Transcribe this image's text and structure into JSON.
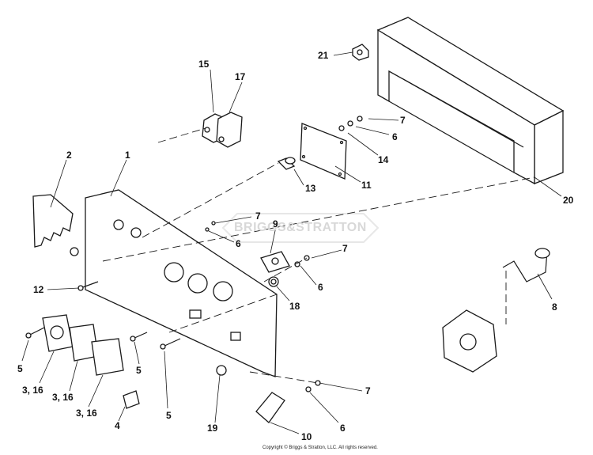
{
  "callouts": {
    "c1": "1",
    "c2": "2",
    "c3_16_a": "3, 16",
    "c3_16_b": "3, 16",
    "c3_16_c": "3, 16",
    "c4": "4",
    "c5_a": "5",
    "c5_b": "5",
    "c5_c": "5",
    "c6_a": "6",
    "c6_b": "6",
    "c6_c": "6",
    "c6_d": "6",
    "c7_a": "7",
    "c7_b": "7",
    "c7_c": "7",
    "c7_d": "7",
    "c8": "8",
    "c9": "9",
    "c10": "10",
    "c11": "11",
    "c12": "12",
    "c13": "13",
    "c14": "14",
    "c15": "15",
    "c17": "17",
    "c18": "18",
    "c19": "19",
    "c20": "20",
    "c21": "21"
  },
  "watermark": "BRIGGS&STRATTON",
  "copyright": "Copyright © Briggs & Stratton, LLC. All rights reserved."
}
